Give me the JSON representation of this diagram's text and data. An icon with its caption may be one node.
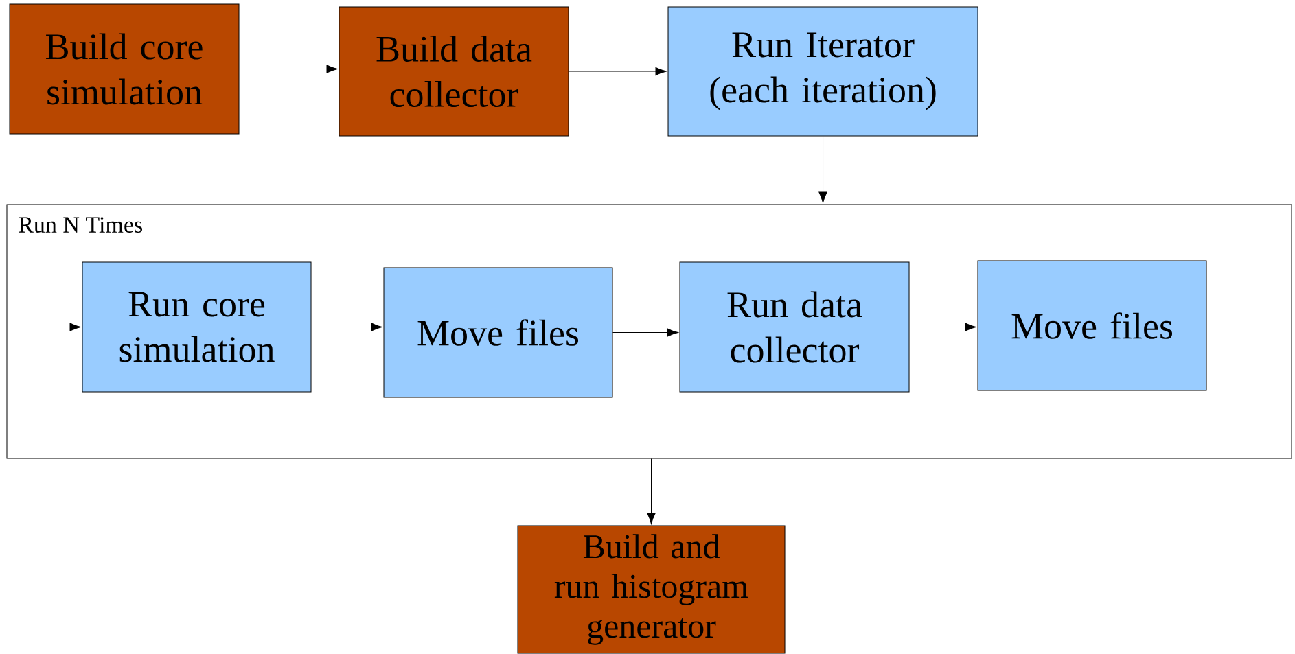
{
  "diagram": {
    "nodes": [
      {
        "text": [
          "Build core simulation"
        ]
      },
      {
        "text": [
          "Build data collector"
        ]
      },
      {
        "text": [
          "Run Iterator (each iteration)"
        ]
      },
      {
        "text": [
          "Run N Times"
        ]
      },
      {
        "text": [
          "Run core simulation"
        ],
        "in": 3
      },
      {
        "text": [
          "Move files"
        ],
        "in": 3
      },
      {
        "text": [
          "Run data collector"
        ],
        "in": 3
      },
      {
        "text": [
          "Move files"
        ],
        "in": 3
      },
      {
        "text": [
          "Build and run histogram generator"
        ]
      }
    ],
    "edges": [
      {
        "from": 0,
        "to": 1,
        "arrow": "to"
      },
      {
        "from": 1,
        "to": 2,
        "arrow": "to"
      },
      {
        "from": 2,
        "to": 3,
        "arrow": "to"
      },
      {
        "from": null,
        "to": 4,
        "arrow": "to"
      },
      {
        "from": 4,
        "to": 5,
        "arrow": "to"
      },
      {
        "from": 5,
        "to": 6,
        "arrow": "to"
      },
      {
        "from": 6,
        "to": 7,
        "arrow": "to"
      },
      {
        "from": 3,
        "to": 8,
        "arrow": "to"
      }
    ]
  }
}
